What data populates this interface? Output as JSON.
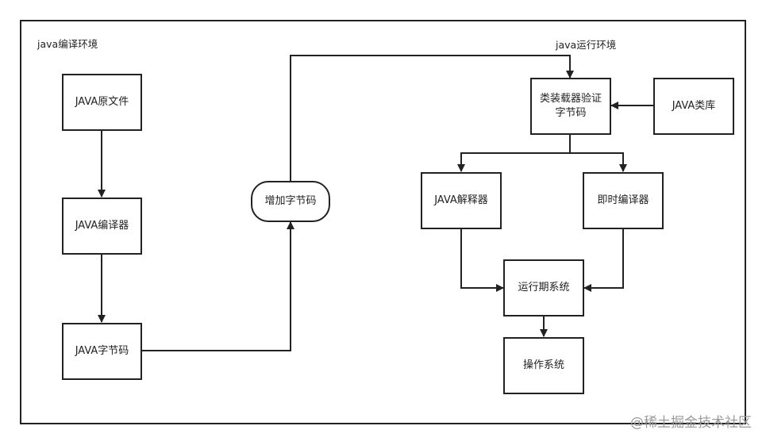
{
  "regions": {
    "compile_env": "java编译环境",
    "runtime_env": "java运行环境"
  },
  "nodes": {
    "java_source": "JAVA原文件",
    "java_compiler": "JAVA编译器",
    "java_bytecode": "JAVA字节码",
    "enhance_bytecode": "增加字节码",
    "class_loader": "类装载器验证\n字节码",
    "java_lib": "JAVA类库",
    "java_interpreter": "JAVA解释器",
    "jit_compiler": "即时编译器",
    "runtime_system": "运行期系统",
    "os": "操作系统"
  },
  "watermark": "@稀土掘金技术社区"
}
